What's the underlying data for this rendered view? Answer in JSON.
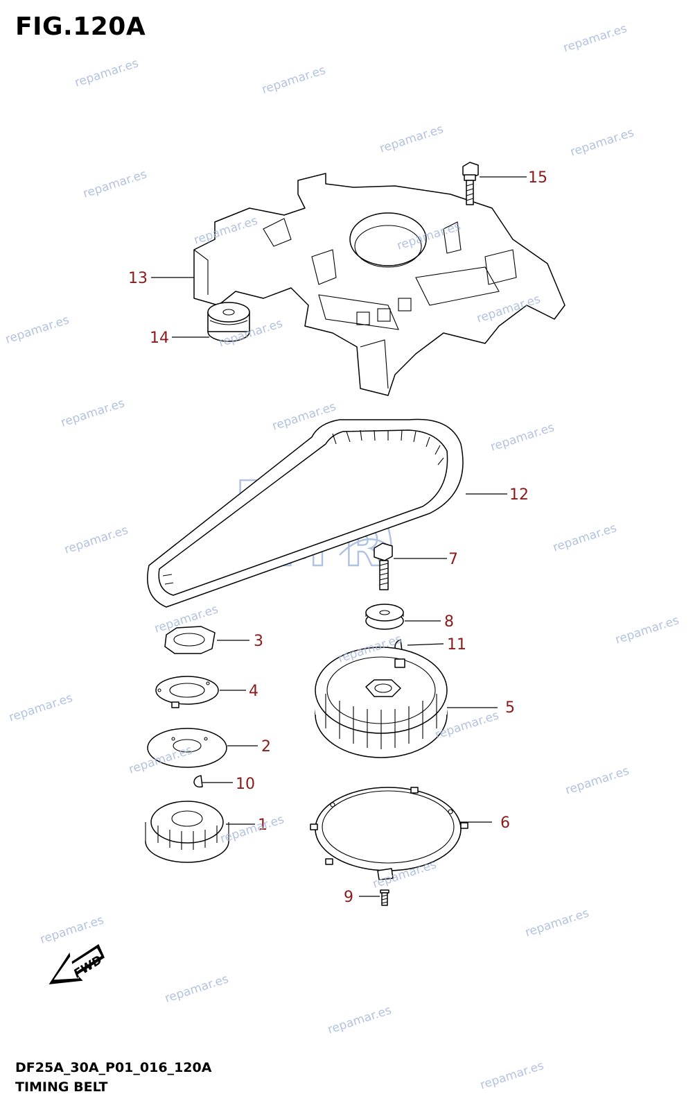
{
  "figure": {
    "title": "FIG.120A",
    "code": "DF25A_30A_P01_016_120A",
    "name": "TIMING BELT"
  },
  "watermark": {
    "text": "repamar.es",
    "logo_line1": "REP",
    "logo_line2": "M R",
    "color": "#9fb3d9"
  },
  "fwd_label": "FWD",
  "callouts": [
    {
      "id": "c15",
      "label": "15"
    },
    {
      "id": "c13",
      "label": "13"
    },
    {
      "id": "c14",
      "label": "14"
    },
    {
      "id": "c12",
      "label": "12"
    },
    {
      "id": "c7",
      "label": "7"
    },
    {
      "id": "c8",
      "label": "8"
    },
    {
      "id": "c11",
      "label": "11"
    },
    {
      "id": "c3",
      "label": "3"
    },
    {
      "id": "c4",
      "label": "4"
    },
    {
      "id": "c5",
      "label": "5"
    },
    {
      "id": "c2",
      "label": "2"
    },
    {
      "id": "c10",
      "label": "10"
    },
    {
      "id": "c1",
      "label": "1"
    },
    {
      "id": "c6",
      "label": "6"
    },
    {
      "id": "c9",
      "label": "9"
    }
  ],
  "colors": {
    "callout": "#8b1a1a",
    "line": "#000000"
  }
}
